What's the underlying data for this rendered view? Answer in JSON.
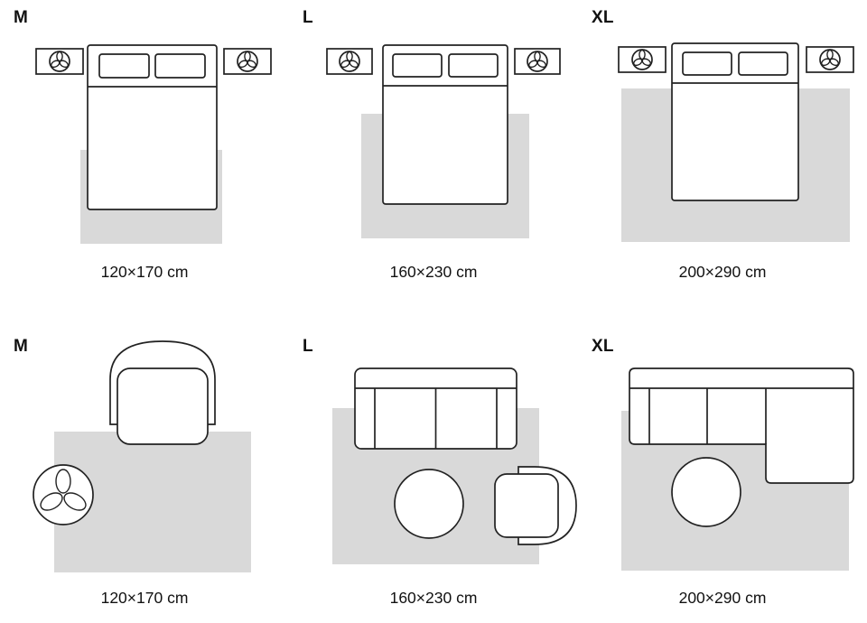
{
  "colors": {
    "rug": "#d9d9d9",
    "outline": "#222222",
    "text": "#111111",
    "background": "#ffffff"
  },
  "rows": [
    {
      "name": "bedroom",
      "panels": [
        {
          "size_label": "M",
          "dimensions": "120×170 cm"
        },
        {
          "size_label": "L",
          "dimensions": "160×230 cm"
        },
        {
          "size_label": "XL",
          "dimensions": "200×290 cm"
        }
      ]
    },
    {
      "name": "living-room",
      "panels": [
        {
          "size_label": "M",
          "dimensions": "120×170 cm"
        },
        {
          "size_label": "L",
          "dimensions": "160×230 cm"
        },
        {
          "size_label": "XL",
          "dimensions": "200×290 cm"
        }
      ]
    }
  ],
  "icons": {
    "plant": "plant-top-view"
  }
}
